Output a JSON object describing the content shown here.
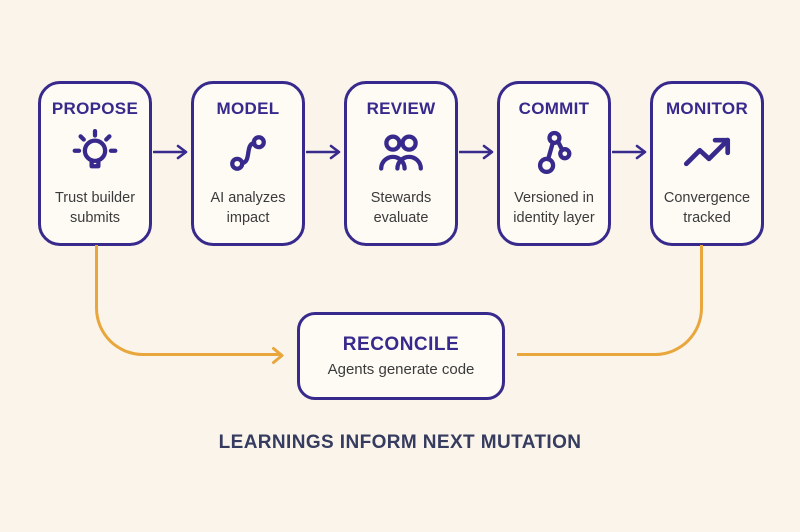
{
  "colors": {
    "background": "#FAF4EA",
    "box_fill": "#FDFBF4",
    "purple": "#38298C",
    "amber": "#E9A63C",
    "subtitle_text": "#3B3B3B",
    "footer_navy": "#363C5F"
  },
  "flow": {
    "steps": [
      {
        "title": "PROPOSE",
        "subtitle": "Trust builder submits",
        "icon": "lightbulb-icon"
      },
      {
        "title": "MODEL",
        "subtitle": "AI analyzes impact",
        "icon": "route-icon"
      },
      {
        "title": "REVIEW",
        "subtitle": "Stewards evaluate",
        "icon": "users-icon"
      },
      {
        "title": "COMMIT",
        "subtitle": "Versioned in identity layer",
        "icon": "git-branch-icon"
      },
      {
        "title": "MONITOR",
        "subtitle": "Convergence tracked",
        "icon": "trending-up-icon"
      }
    ],
    "reconcile": {
      "title": "RECONCILE",
      "subtitle": "Agents generate code"
    },
    "footer": "LEARNINGS INFORM NEXT MUTATION"
  }
}
